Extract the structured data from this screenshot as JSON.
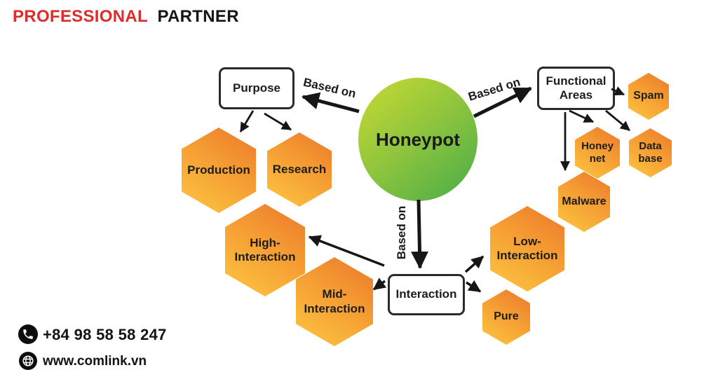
{
  "header": {
    "brand_primary": "PROFESSIONAL",
    "brand_secondary": "PARTNER"
  },
  "diagram": {
    "root": "Honeypot",
    "edge_label": "Based on",
    "categories": {
      "purpose": "Purpose",
      "functional_areas": "Functional Areas",
      "interaction": "Interaction"
    },
    "leaves": {
      "production": "Production",
      "research": "Research",
      "spam": "Spam",
      "honeynet": "Honey net",
      "database": "Data base",
      "malware": "Malware",
      "high_interaction": "High-Interaction",
      "mid_interaction": "Mid-Interaction",
      "low_interaction": "Low-Interaction",
      "pure": "Pure"
    },
    "relations": [
      {
        "from": "Honeypot",
        "label": "Based on",
        "to": "Purpose"
      },
      {
        "from": "Honeypot",
        "label": "Based on",
        "to": "Functional Areas"
      },
      {
        "from": "Honeypot",
        "label": "Based on",
        "to": "Interaction"
      },
      {
        "from": "Purpose",
        "to": "Production"
      },
      {
        "from": "Purpose",
        "to": "Research"
      },
      {
        "from": "Functional Areas",
        "to": "Spam"
      },
      {
        "from": "Functional Areas",
        "to": "Honey net"
      },
      {
        "from": "Functional Areas",
        "to": "Data base"
      },
      {
        "from": "Functional Areas",
        "to": "Malware"
      },
      {
        "from": "Interaction",
        "to": "High-Interaction"
      },
      {
        "from": "Interaction",
        "to": "Mid-Interaction"
      },
      {
        "from": "Interaction",
        "to": "Low-Interaction"
      },
      {
        "from": "Interaction",
        "to": "Pure"
      }
    ]
  },
  "contact": {
    "phone": "+84 98 58 58 247",
    "website": "www.comlink.vn"
  },
  "icons": {
    "phone": "phone-icon",
    "globe": "globe-icon"
  },
  "colors": {
    "brand_red": "#dd2c2c",
    "text_dark": "#161616",
    "hexagon_gradient_start": "#eb772b",
    "hexagon_gradient_end": "#fdc741",
    "circle_gradient_start": "#c0d634",
    "circle_gradient_end": "#4fae48",
    "arrow": "#161616"
  }
}
